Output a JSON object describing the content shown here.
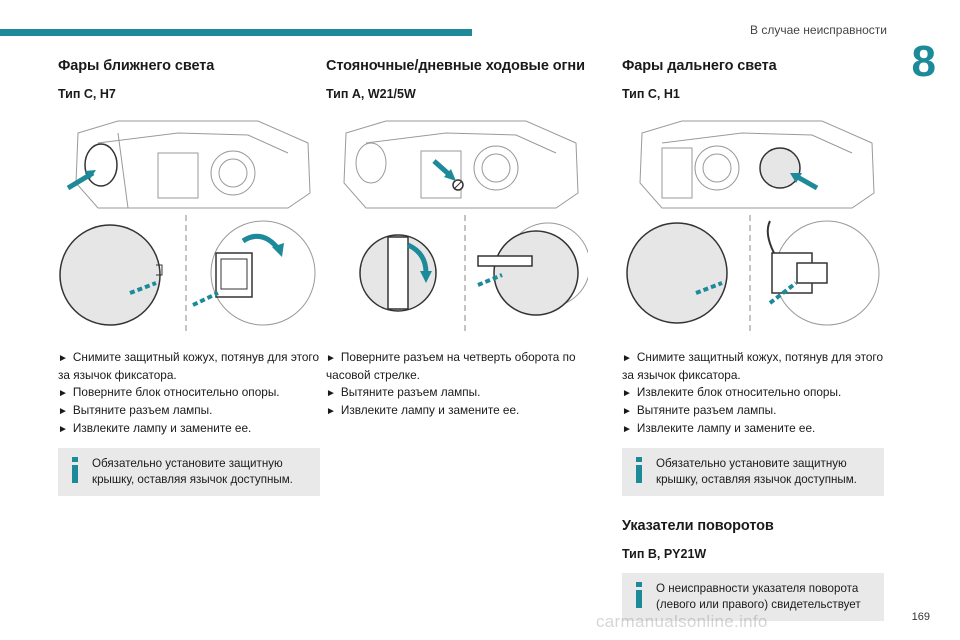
{
  "header": {
    "section_title": "В случае неисправности",
    "chapter_number": "8"
  },
  "columns": [
    {
      "title": "Фары ближнего света",
      "type": "Тип C, H7",
      "steps": [
        "Снимите защитный кожух, потянув для этого за язычок фиксатора.",
        "Поверните блок относительно опоры.",
        "Вытяните разъем лампы.",
        "Извлеките лампу и замените ее."
      ],
      "note": "Обязательно установите защитную крышку, оставляя язычок доступным."
    },
    {
      "title": "Стояночные/дневные ходовые огни",
      "type": "Тип A, W21/5W",
      "steps": [
        "Поверните разъем на четверть оборота по часовой стрелке.",
        "Вытяните разъем лампы.",
        "Извлеките лампу и замените ее."
      ]
    },
    {
      "title": "Фары дальнего света",
      "type": "Тип C, H1",
      "steps": [
        "Снимите защитный кожух, потянув для этого за язычок фиксатора.",
        "Извлеките блок относительно опоры.",
        "Вытяните разъем лампы.",
        "Извлеките лампу и замените ее."
      ],
      "note": "Обязательно установите защитную крышку, оставляя язычок доступным.",
      "section2_title": "Указатели поворотов",
      "section2_type": "Тип B, PY21W",
      "section2_note": "О неисправности указателя поворота (левого или правого) свидетельствует"
    }
  ],
  "step_marker": "►",
  "page_number": "169",
  "watermark": "carmanualsonline.info",
  "colors": {
    "accent": "#1d8a9a",
    "note_bg": "#e9e9e9"
  }
}
